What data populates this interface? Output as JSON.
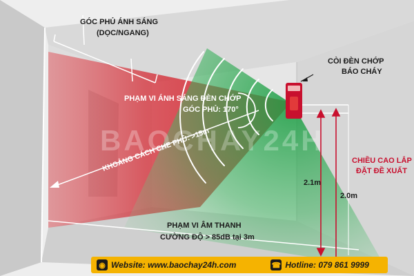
{
  "labels": {
    "coverage_angle": [
      "GÓC PHỦ ÁNH SÁNG",
      "(DỌC/NGANG)"
    ],
    "light_range": [
      "PHẠM VI ÁNH SÁNG ĐÈN CHỚP",
      "GÓC PHỦ: 170°"
    ],
    "cover_distance": "KHOẢNG CÁCH CHE PHỦ: >15m",
    "device": [
      "CÒI ĐÈN CHỚP",
      "BÁO CHÁY"
    ],
    "install_height": [
      "CHIỀU CAO LẮP",
      "ĐẶT ĐỀ XUẤT"
    ],
    "height_1": "2.1m",
    "height_2": "2.0m",
    "sound_range": [
      "PHẠM VI ÂM THANH",
      "CƯỜNG ĐỘ > 85dB tại 3m"
    ]
  },
  "watermark": "BAOCHAY24H",
  "footer": {
    "website": "Website: www.baochay24h.com",
    "hotline": "Hotline: 079 861 9999"
  },
  "colors": {
    "light_beam": "#d4202a",
    "sound_wave": "#1e9e46",
    "accent": "#c8102e",
    "footer_bg": "#f5b301"
  }
}
